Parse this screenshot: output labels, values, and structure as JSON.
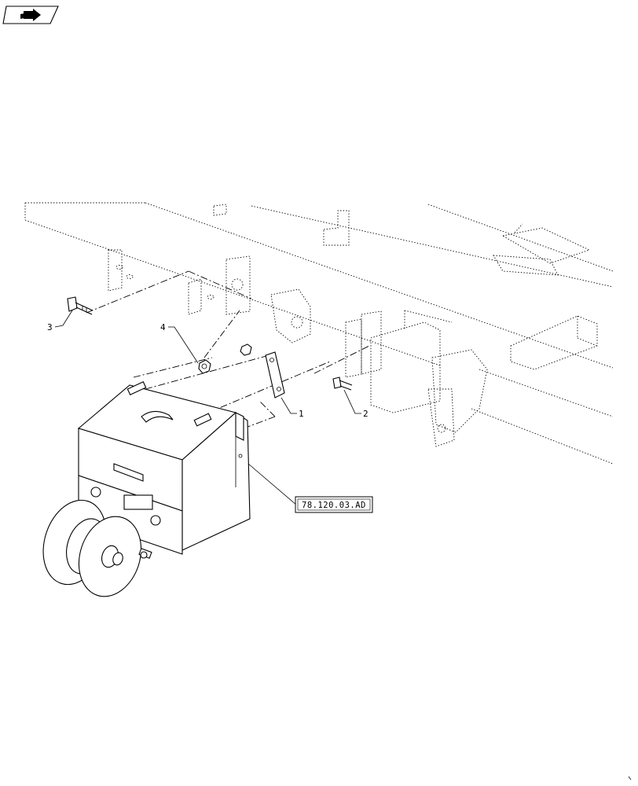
{
  "nav": {
    "icon_name": "next-page-arrow-icon"
  },
  "callouts": [
    {
      "id": "callout-1",
      "label": "1"
    },
    {
      "id": "callout-2",
      "label": "2"
    },
    {
      "id": "callout-3",
      "label": "3"
    },
    {
      "id": "callout-4",
      "label": "4"
    }
  ],
  "reference": {
    "label": "78.120.03.AD"
  },
  "colors": {
    "line": "#000000",
    "background": "#ffffff"
  }
}
